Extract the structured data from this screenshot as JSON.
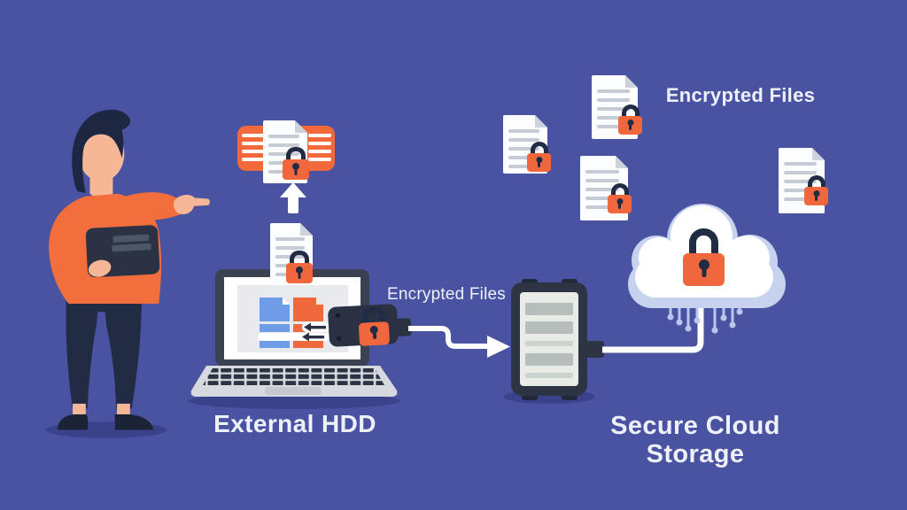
{
  "scene": {
    "description": "Flat illustration of encrypted file backup from a laptop with external HDD to secure cloud storage",
    "background_color": "#4a53a1",
    "accent_orange": "#f2693c",
    "dark_navy": "#222b44",
    "cloud_blue": "#c6d2ee",
    "text_color": "#eef1fa"
  },
  "labels": {
    "encrypted_files_top": "Encrypted Files",
    "encrypted_files_mid": "Encrypted Files",
    "external_hdd": "External HDD",
    "secure_cloud_storage": "Secure Cloud Storage"
  },
  "icons": [
    "person-pointing-icon",
    "held-laptop-icon",
    "encrypted-badge-icon",
    "up-arrow-icon",
    "document-lock-icon",
    "laptop-icon",
    "external-hdd-icon",
    "padlock-icon",
    "cable-arrow-icon",
    "storage-server-icon",
    "secure-cloud-icon",
    "circuit-drops-icon",
    "encrypted-document-icon"
  ],
  "diagram": {
    "type": "flow-illustration",
    "nodes": [
      "External HDD",
      "Secure Cloud Storage"
    ],
    "flow_annotations": [
      "Encrypted Files",
      "Encrypted Files"
    ],
    "flow": "laptop files -> encrypted external HDD -> storage device -> secure cloud"
  }
}
